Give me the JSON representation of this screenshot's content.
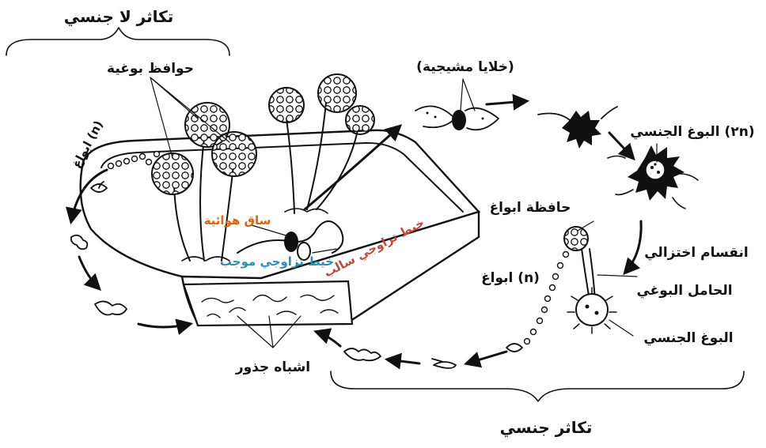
{
  "labels": {
    "asexual_reproduction": "تكاثر لا جنسي",
    "sporangia": "حوافظ بوغية",
    "spores_n_left": "ابواغ (n)",
    "aerial_hypha": "ساق هوائية",
    "stolon_hypha": "خيط تزاوجي موجب",
    "negative_hypha": "خيط تزاوجي سالب",
    "rhizoids": "اشباه جذور",
    "gametangia": "(خلايا مشيجية)",
    "zygospore": "البوغ الجنسي (٢n)",
    "meiosis": "انقسام اختزالي",
    "sporangiophore": "الحامل البوغي",
    "zygospore_bottom": "البوغ الجنسي",
    "sporangium_right": "حافظة ابواغ",
    "spores_n_right": "ابواغ (n)",
    "sexual_reproduction": "تكاثر جنسي"
  },
  "colors": {
    "ink": "#111111",
    "aerial_hypha": "#d9650f",
    "stolon_hypha": "#2a8fb0",
    "negative_hypha": "#c24a3a"
  }
}
